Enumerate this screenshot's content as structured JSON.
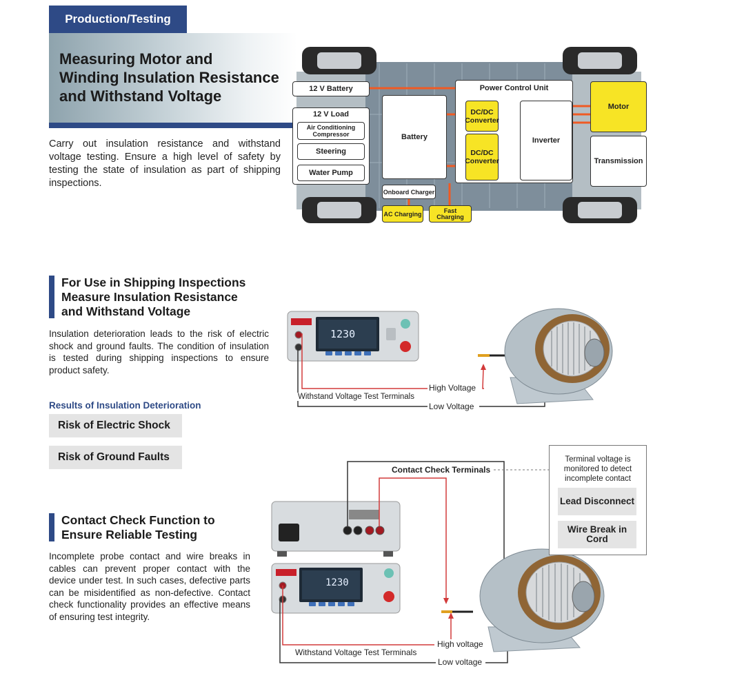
{
  "header": {
    "tag": "Production/Testing",
    "title_line1": "Measuring Motor and",
    "title_line2": "Winding Insulation Resistance",
    "title_line3": "and Withstand Voltage",
    "intro": "Carry out insulation resistance and withstand voltage testing. Ensure a high level of safety by testing the state of insulation as part of shipping inspections."
  },
  "vehicle": {
    "battery_12v": "12 V Battery",
    "load_title": "12 V Load",
    "load_items": [
      "Air Conditioning Compressor",
      "Steering",
      "Water Pump"
    ],
    "battery": "Battery",
    "pcu": "Power Control Unit",
    "dcdc1": "DC/DC Converter",
    "dcdc2": "DC/DC Converter",
    "inverter": "Inverter",
    "motor": "Motor",
    "transmission": "Transmission",
    "onboard_charger": "Onboard Charger",
    "ac_charging": "AC Charging",
    "fast_charging": "Fast Charging",
    "colors": {
      "yellow": "#f7e425",
      "line": "#f05a23"
    }
  },
  "section1": {
    "title_line1": "For Use in Shipping Inspections",
    "title_line2": "Measure Insulation Resistance",
    "title_line3": "and Withstand Voltage",
    "body": "Insulation deterioration leads to the risk of electric shock and ground faults. The condition of insulation is tested during shipping inspections to ensure product safety.",
    "results_title": "Results of Insulation Deterioration",
    "risks": [
      "Risk of Electric Shock",
      "Risk of Ground Faults"
    ],
    "high_voltage": "High Voltage",
    "low_voltage": "Low Voltage",
    "terminals": "Withstand Voltage Test Terminals",
    "display_value": "1230"
  },
  "section2": {
    "title_line1": "Contact Check Function to",
    "title_line2": "Ensure Reliable Testing",
    "body": "Incomplete probe contact and wire breaks in cables can prevent proper contact with the device under test. In such cases, defective parts can be misidentified as non-defective. Contact check functionality provides an effective means of ensuring test integrity.",
    "contact_terminals": "Contact Check Terminals",
    "note": "Terminal voltage is monitored to detect incomplete contact",
    "note_items": [
      "Lead Disconnect",
      "Wire Break in Cord"
    ],
    "high_voltage": "High voltage",
    "low_voltage": "Low voltage",
    "terminals": "Withstand Voltage Test Terminals",
    "display_value": "1230"
  }
}
